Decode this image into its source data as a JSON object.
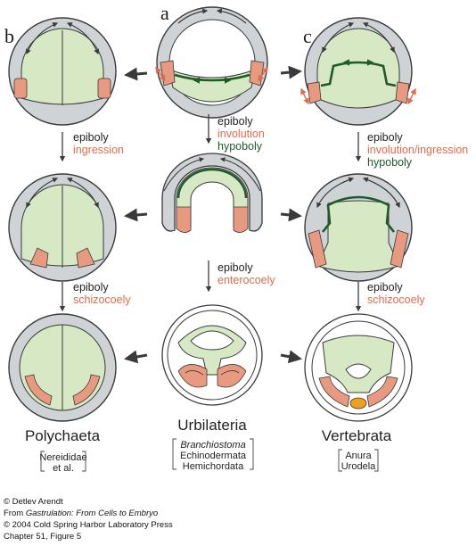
{
  "panel_labels": [
    "a",
    "b",
    "c"
  ],
  "colors": {
    "shell": "#cfd3d6",
    "shell_stroke": "#3a3a3a",
    "endoderm": "#d6e8c4",
    "mesoderm": "#e79a80",
    "notochord": "#f0a020",
    "hypoboly_line": "#1f5a2a",
    "text_black": "#222222",
    "text_orange": "#e26a4a",
    "text_green": "#1f5a2a"
  },
  "steps": {
    "a1": [
      "epiboly",
      "involution",
      "hypoboly"
    ],
    "a2": [
      "epiboly",
      "enterocoely"
    ],
    "b1": [
      "epiboly",
      "ingression"
    ],
    "b2": [
      "epiboly",
      "schizocoely"
    ],
    "c1": [
      "epiboly",
      "involution/ingression",
      "hypoboly"
    ],
    "c2": [
      "epiboly",
      "schizocoely"
    ]
  },
  "taxa": {
    "left": {
      "name": "Polychaeta",
      "groups": [
        "Nereididae",
        "et al."
      ]
    },
    "center": {
      "name": "Urbilateria",
      "groups": [
        "Branchiostoma",
        "Echinodermata",
        "Hemichordata"
      ]
    },
    "right": {
      "name": "Vertebrata",
      "groups": [
        "Anura",
        "Urodela"
      ]
    }
  },
  "credits": {
    "author": "© Detlev Arendt",
    "source_prefix": "From ",
    "source_title": "Gastrulation: From Cells to Embryo",
    "copyright": "© 2004  Cold Spring Harbor Laboratory Press",
    "chapter": "Chapter 51, Figure 5"
  }
}
